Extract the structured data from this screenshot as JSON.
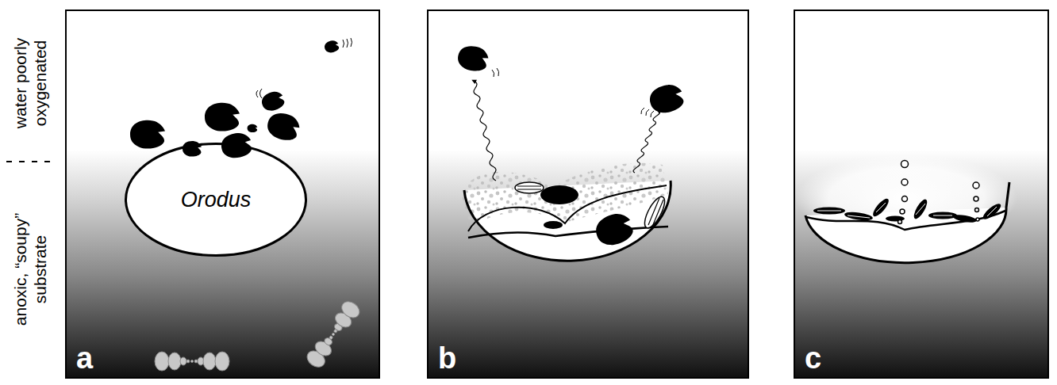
{
  "diagram": {
    "nodes": [
      {
        "text": [
          "a"
        ]
      },
      {
        "text": [
          "Orodus"
        ],
        "in": 0
      },
      {
        "text": [
          "b"
        ]
      },
      {
        "text": [
          "c"
        ]
      }
    ],
    "labels": [
      "water poorly oxygenated",
      "anoxic, “soupy” substrate"
    ]
  }
}
